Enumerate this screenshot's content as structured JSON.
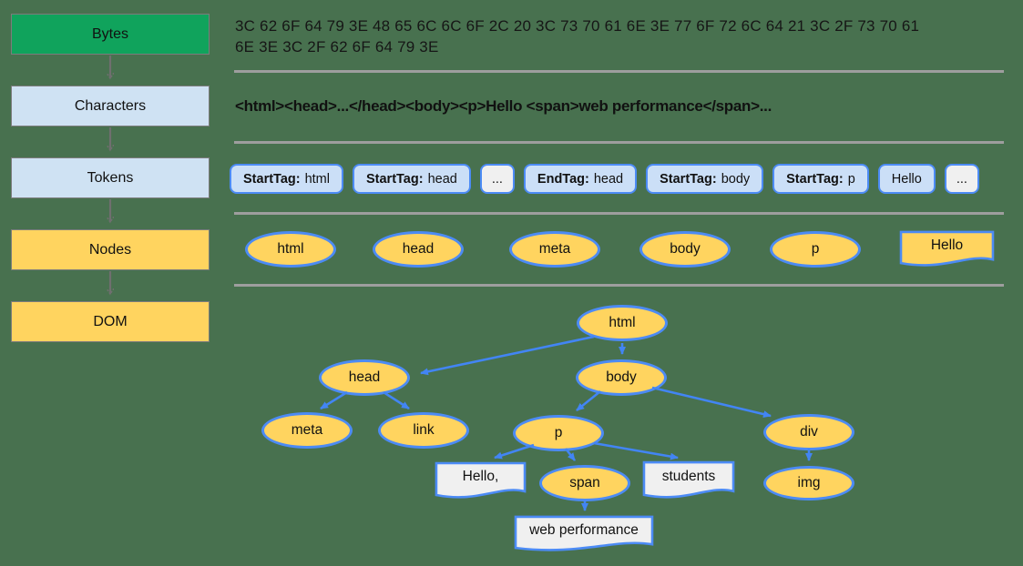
{
  "page": {
    "background": "#48714F"
  },
  "colors": {
    "stage_green": "#10A35C",
    "stage_blue": "#CFE2F3",
    "node_yellow": "#FFD45F",
    "node_border_blue": "#4C8BF5",
    "arrow_blue": "#4285F4",
    "stage_arrow_gray": "#6F6F6F",
    "divider_gray": "#9E9E9E",
    "text_node_white": "#F0F0F0"
  },
  "pipeline": {
    "stages": [
      {
        "label": "Bytes"
      },
      {
        "label": "Characters"
      },
      {
        "label": "Tokens"
      },
      {
        "label": "Nodes"
      },
      {
        "label": "DOM"
      }
    ]
  },
  "bytes_row": {
    "line1": "3C 62 6F 64 79 3E 48 65 6C 6C 6F 2C 20 3C 73 70 61 6E 3E 77 6F 72 6C 64 21 3C 2F 73 70 61",
    "line2": "6E 3E 3C 2F 62 6F 64 79 3E"
  },
  "characters_row": {
    "text": "<html><head>...</head><body><p>Hello <span>web performance</span>..."
  },
  "tokens_row": {
    "tokens": [
      {
        "label": "StartTag:",
        "value": "html",
        "kind": "tag"
      },
      {
        "label": "StartTag:",
        "value": "head",
        "kind": "tag"
      },
      {
        "value": "...",
        "kind": "ellipsis"
      },
      {
        "label": "EndTag:",
        "value": "head",
        "kind": "tag"
      },
      {
        "label": "StartTag:",
        "value": "body",
        "kind": "tag"
      },
      {
        "label": "StartTag:",
        "value": "p",
        "kind": "tag"
      },
      {
        "value": "Hello",
        "kind": "text"
      },
      {
        "value": "...",
        "kind": "ellipsis"
      }
    ]
  },
  "nodes_row": {
    "elements": [
      "html",
      "head",
      "meta",
      "body",
      "p"
    ],
    "text_node": "Hello"
  },
  "dom_tree": {
    "nodes": {
      "html": "html",
      "head": "head",
      "body": "body",
      "meta": "meta",
      "link": "link",
      "p": "p",
      "div": "div",
      "span": "span",
      "img": "img",
      "text_hello": "Hello,",
      "text_students": "students",
      "text_webperf": "web performance"
    },
    "edges": [
      "html->head",
      "html->body",
      "head->meta",
      "head->link",
      "body->p",
      "body->div",
      "p->Hello,",
      "p->span",
      "p->students",
      "span->web performance",
      "div->img"
    ]
  }
}
